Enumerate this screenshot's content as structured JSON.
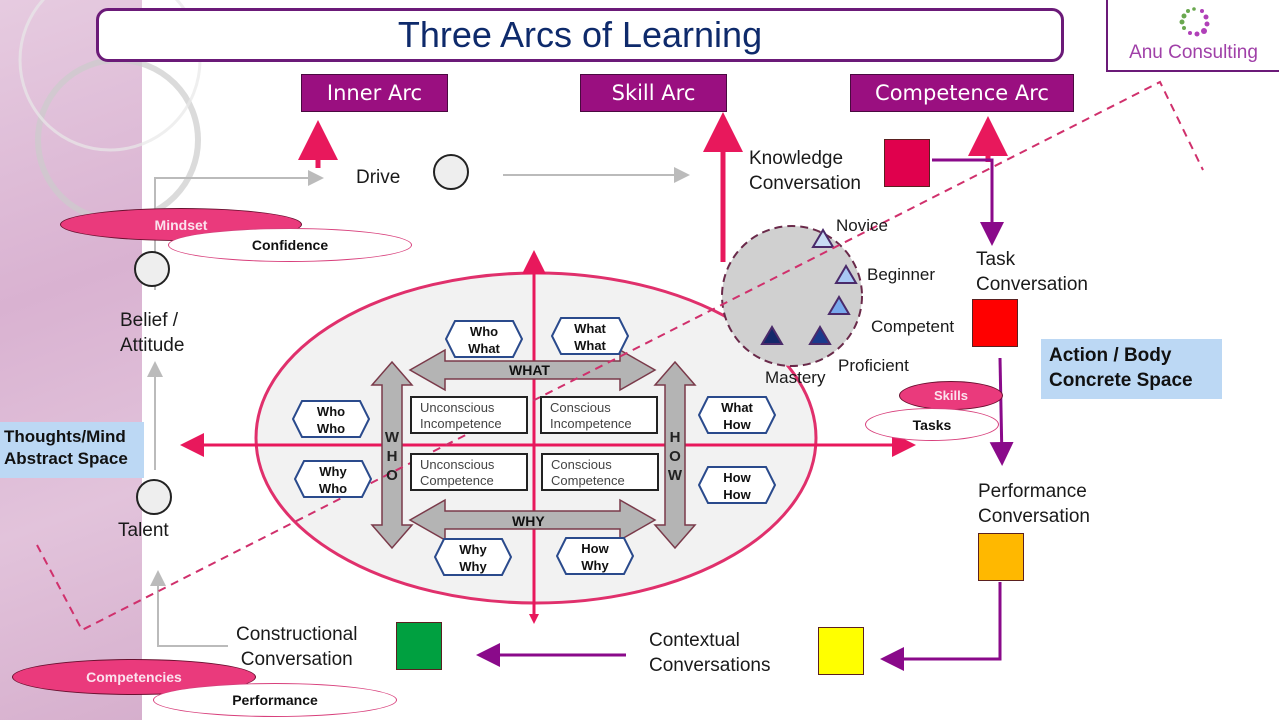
{
  "title": "Three Arcs of Learning",
  "logo": {
    "name": "Anu Consulting",
    "icon": "dotted-circle-logo-icon"
  },
  "arcs": [
    "Inner Arc",
    "Skill Arc",
    "Competence Arc"
  ],
  "inner_arc": {
    "drive": "Drive",
    "belief": [
      "Belief /",
      "Attitude"
    ],
    "talent": "Talent",
    "mindset": "Mindset",
    "confidence": "Confidence"
  },
  "skill_levels": [
    "Novice",
    "Beginner",
    "Competent",
    "Proficient",
    "Mastery"
  ],
  "conversations": {
    "knowledge": [
      "Knowledge",
      "Conversation"
    ],
    "task": [
      "Task",
      "Conversation"
    ],
    "performance": [
      "Performance",
      "Conversation"
    ],
    "contextual": [
      "Contextual",
      "Conversations"
    ],
    "constructional": [
      "Constructional",
      "Conversation"
    ]
  },
  "conversation_colors": {
    "knowledge": "#e0004d",
    "task": "#ff0000",
    "performance": "#ffb800",
    "contextual": "#ffff00",
    "constructional": "#00a040"
  },
  "spaces": {
    "action": [
      "Action / Body",
      "Concrete Space"
    ],
    "thoughts": [
      "Thoughts/Mind",
      "Abstract Space"
    ]
  },
  "ellipses": {
    "skills": "Skills",
    "tasks": "Tasks",
    "competencies": "Competencies",
    "performance": "Performance"
  },
  "matrix": {
    "top_arrow": "WHAT",
    "bottom_arrow": "WHY",
    "left_arrow": [
      "W",
      "H",
      "O"
    ],
    "right_arrow": [
      "H",
      "O",
      "W"
    ],
    "quadrants": [
      [
        "Unconscious",
        "Incompetence"
      ],
      [
        "Conscious",
        "Incompetence"
      ],
      [
        "Unconscious",
        "Competence"
      ],
      [
        "Conscious",
        "Competence"
      ]
    ],
    "hexagons": {
      "who_what": [
        "Who",
        "What"
      ],
      "what_what": [
        "What",
        "What"
      ],
      "who_who": [
        "Who",
        "Who"
      ],
      "why_who": [
        "Why",
        "Who"
      ],
      "what_how": [
        "What",
        "How"
      ],
      "how_how": [
        "How",
        "How"
      ],
      "why_why": [
        "Why",
        "Why"
      ],
      "how_why": [
        "How",
        "Why"
      ]
    }
  }
}
